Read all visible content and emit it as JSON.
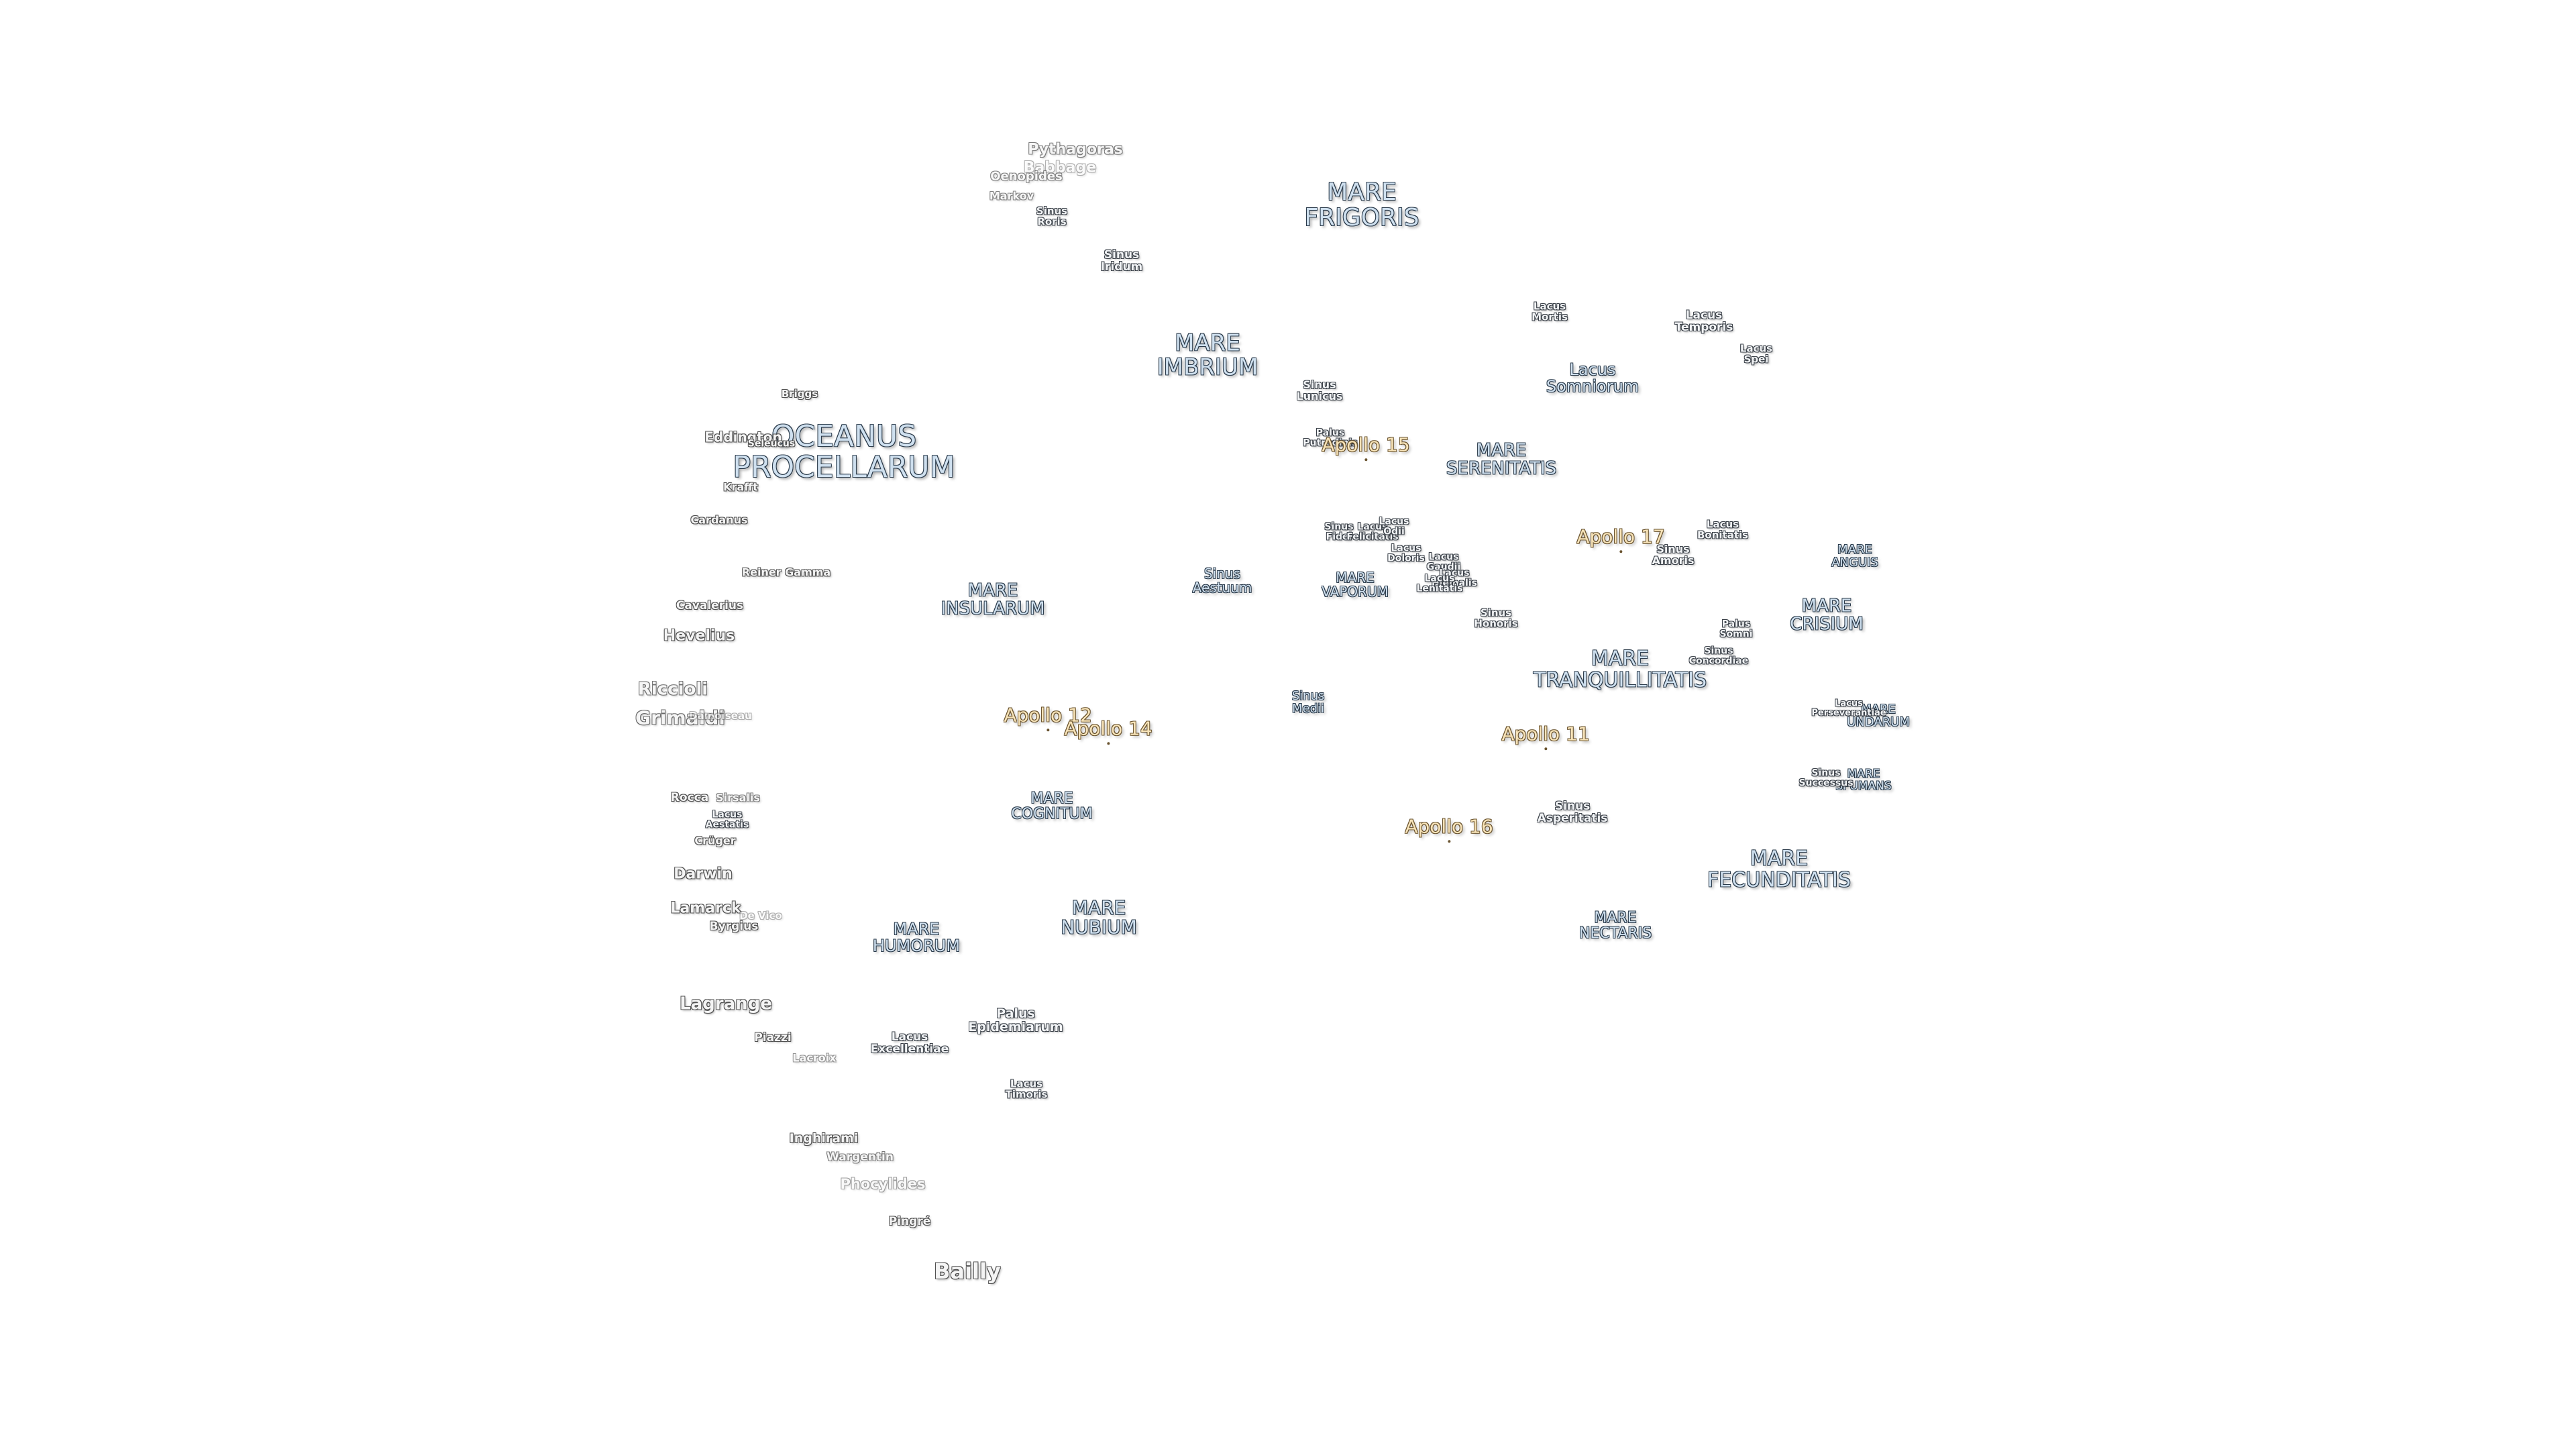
{
  "maria": [
    {
      "id": "mare-frigoris",
      "text": "MARE\nFRIGORIS"
    },
    {
      "id": "mare-imbrium",
      "text": "MARE\nIMBRIUM"
    },
    {
      "id": "oceanus-procellarum",
      "text": "OCEANUS\nPROCELLARUM"
    },
    {
      "id": "mare-serenitatis",
      "text": "MARE\nSERENITATIS"
    },
    {
      "id": "mare-insularum",
      "text": "MARE\nINSULARUM"
    },
    {
      "id": "mare-vaporum",
      "text": "MARE\nVAPORUM"
    },
    {
      "id": "mare-anguis",
      "text": "MARE\nANGUIS"
    },
    {
      "id": "mare-crisium",
      "text": "MARE\nCRISIUM"
    },
    {
      "id": "mare-tranquillitatis",
      "text": "MARE\nTRANQUILLITATIS"
    },
    {
      "id": "mare-undarum",
      "text": "MARE\nUNDARUM"
    },
    {
      "id": "mare-cognitum",
      "text": "MARE\nCOGNITUM"
    },
    {
      "id": "mare-spumans",
      "text": "MARE\nSPUMANS"
    },
    {
      "id": "mare-fecunditatis",
      "text": "MARE\nFECUNDITATIS"
    },
    {
      "id": "mare-humorum",
      "text": "MARE\nHUMORUM"
    },
    {
      "id": "mare-nubium",
      "text": "MARE\nNUBIUM"
    },
    {
      "id": "mare-nectaris",
      "text": "MARE\nNECTARIS"
    }
  ],
  "minor_features": [
    {
      "id": "sinus-roris",
      "text": "Sinus\nRoris"
    },
    {
      "id": "sinus-iridum",
      "text": "Sinus\nIridum"
    },
    {
      "id": "lacus-mortis",
      "text": "Lacus\nMortis"
    },
    {
      "id": "lacus-temporis",
      "text": "Lacus\nTemporis"
    },
    {
      "id": "lacus-spei",
      "text": "Lacus\nSpei"
    },
    {
      "id": "lacus-somniorum",
      "text": "Lacus\nSomniorum"
    },
    {
      "id": "sinus-lunicus",
      "text": "Sinus\nLunicus"
    },
    {
      "id": "palus-putredinis",
      "text": "Palus\nPutredinis"
    },
    {
      "id": "sinus-fidei",
      "text": "Sinus\nFidei"
    },
    {
      "id": "lacus-felicitatis",
      "text": "Lacus\nFelicitatis"
    },
    {
      "id": "lacus-odii",
      "text": "Lacus\nOdii"
    },
    {
      "id": "lacus-doloris",
      "text": "Lacus\nDoloris"
    },
    {
      "id": "lacus-gaudii",
      "text": "Lacus\nGaudii"
    },
    {
      "id": "lacus-hiemalis",
      "text": "Lacus\nHiemalis"
    },
    {
      "id": "lacus-lenitatis",
      "text": "Lacus\nLenitatis"
    },
    {
      "id": "sinus-aestuum",
      "text": "Sinus\nAestuum"
    },
    {
      "id": "lacus-bonitatis",
      "text": "Lacus\nBonitatis"
    },
    {
      "id": "sinus-amoris",
      "text": "Sinus\nAmoris"
    },
    {
      "id": "sinus-honoris",
      "text": "Sinus\nHonoris"
    },
    {
      "id": "palus-somni",
      "text": "Palus\nSomni"
    },
    {
      "id": "sinus-concordiae",
      "text": "Sinus\nConcordiae"
    },
    {
      "id": "sinus-medii",
      "text": "Sinus\nMedii"
    },
    {
      "id": "lacus-perseverantiae",
      "text": "Lacus\nPerseverantiae"
    },
    {
      "id": "sinus-successus",
      "text": "Sinus\nSuccessus"
    },
    {
      "id": "sinus-asperitatis",
      "text": "Sinus\nAsperitatis"
    },
    {
      "id": "palus-epidemiarum",
      "text": "Palus\nEpidemiarum"
    },
    {
      "id": "lacus-excellentiae",
      "text": "Lacus\nExcellentiae"
    },
    {
      "id": "lacus-timoris",
      "text": "Lacus\nTimoris"
    },
    {
      "id": "lacus-aestatis",
      "text": "Lacus\nAestatis"
    }
  ],
  "craters": [
    {
      "id": "pythagoras",
      "text": "Pythagoras"
    },
    {
      "id": "babbage",
      "text": "Babbage"
    },
    {
      "id": "oenopides",
      "text": "Oenopides"
    },
    {
      "id": "markov",
      "text": "Markov"
    },
    {
      "id": "briggs",
      "text": "Briggs"
    },
    {
      "id": "eddington",
      "text": "Eddington"
    },
    {
      "id": "seleucus",
      "text": "Seleucus"
    },
    {
      "id": "krafft",
      "text": "Krafft"
    },
    {
      "id": "cardanus",
      "text": "Cardanus"
    },
    {
      "id": "reiner-gamma",
      "text": "Reiner Gamma"
    },
    {
      "id": "cavalerius",
      "text": "Cavalerius"
    },
    {
      "id": "hevelius",
      "text": "Hevelius"
    },
    {
      "id": "riccioli",
      "text": "Riccioli"
    },
    {
      "id": "grimaldi",
      "text": "Grimaldi"
    },
    {
      "id": "damoiseau",
      "text": "Damoiseau"
    },
    {
      "id": "rocca",
      "text": "Rocca"
    },
    {
      "id": "sirsalis",
      "text": "Sirsalis"
    },
    {
      "id": "cruger",
      "text": "Crüger"
    },
    {
      "id": "darwin",
      "text": "Darwin"
    },
    {
      "id": "lamarck",
      "text": "Lamarck"
    },
    {
      "id": "de-vico",
      "text": "De Vico"
    },
    {
      "id": "byrgius",
      "text": "Byrgius"
    },
    {
      "id": "lagrange",
      "text": "Lagrange"
    },
    {
      "id": "piazzi",
      "text": "Piazzi"
    },
    {
      "id": "lacroix",
      "text": "Lacroix"
    },
    {
      "id": "inghirami",
      "text": "Inghirami"
    },
    {
      "id": "wargentin",
      "text": "Wargentin"
    },
    {
      "id": "phocylides",
      "text": "Phocylides"
    },
    {
      "id": "pingre",
      "text": "Pingré"
    },
    {
      "id": "bailly",
      "text": "Bailly"
    }
  ],
  "apollo_sites": [
    {
      "id": "apollo-15",
      "text": "Apollo 15"
    },
    {
      "id": "apollo-17",
      "text": "Apollo 17"
    },
    {
      "id": "apollo-12",
      "text": "Apollo 12"
    },
    {
      "id": "apollo-14",
      "text": "Apollo 14"
    },
    {
      "id": "apollo-11",
      "text": "Apollo 11"
    },
    {
      "id": "apollo-16",
      "text": "Apollo 16"
    }
  ]
}
